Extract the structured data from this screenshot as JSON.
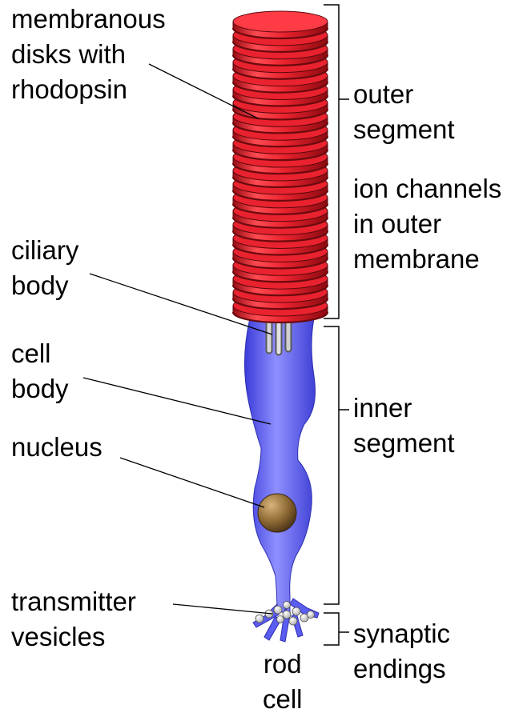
{
  "labels": {
    "membranous_disks": [
      "membranous",
      "disks with",
      "rhodopsin"
    ],
    "ciliary_body": [
      "ciliary",
      "body"
    ],
    "cell_body": [
      "cell",
      "body"
    ],
    "nucleus": [
      "nucleus"
    ],
    "transmitter_vesicles": [
      "transmitter",
      "vesicles"
    ],
    "rod_cell": [
      "rod",
      "cell"
    ],
    "outer_segment": [
      "outer",
      "segment"
    ],
    "ion_channels": [
      "ion channels",
      "in outer",
      "membrane"
    ],
    "inner_segment": [
      "inner",
      "segment"
    ],
    "synaptic_endings": [
      "synaptic",
      "endings"
    ]
  },
  "colors": {
    "disk_red": "#e8222e",
    "disk_dark": "#6a0a0e",
    "inner_segment_blue": "#5b5cf0",
    "nucleus_brown": "#8a6632",
    "vesicle_white": "#f2f2f2",
    "leader_line": "#000000"
  },
  "structure": {
    "disk_count": 22
  }
}
